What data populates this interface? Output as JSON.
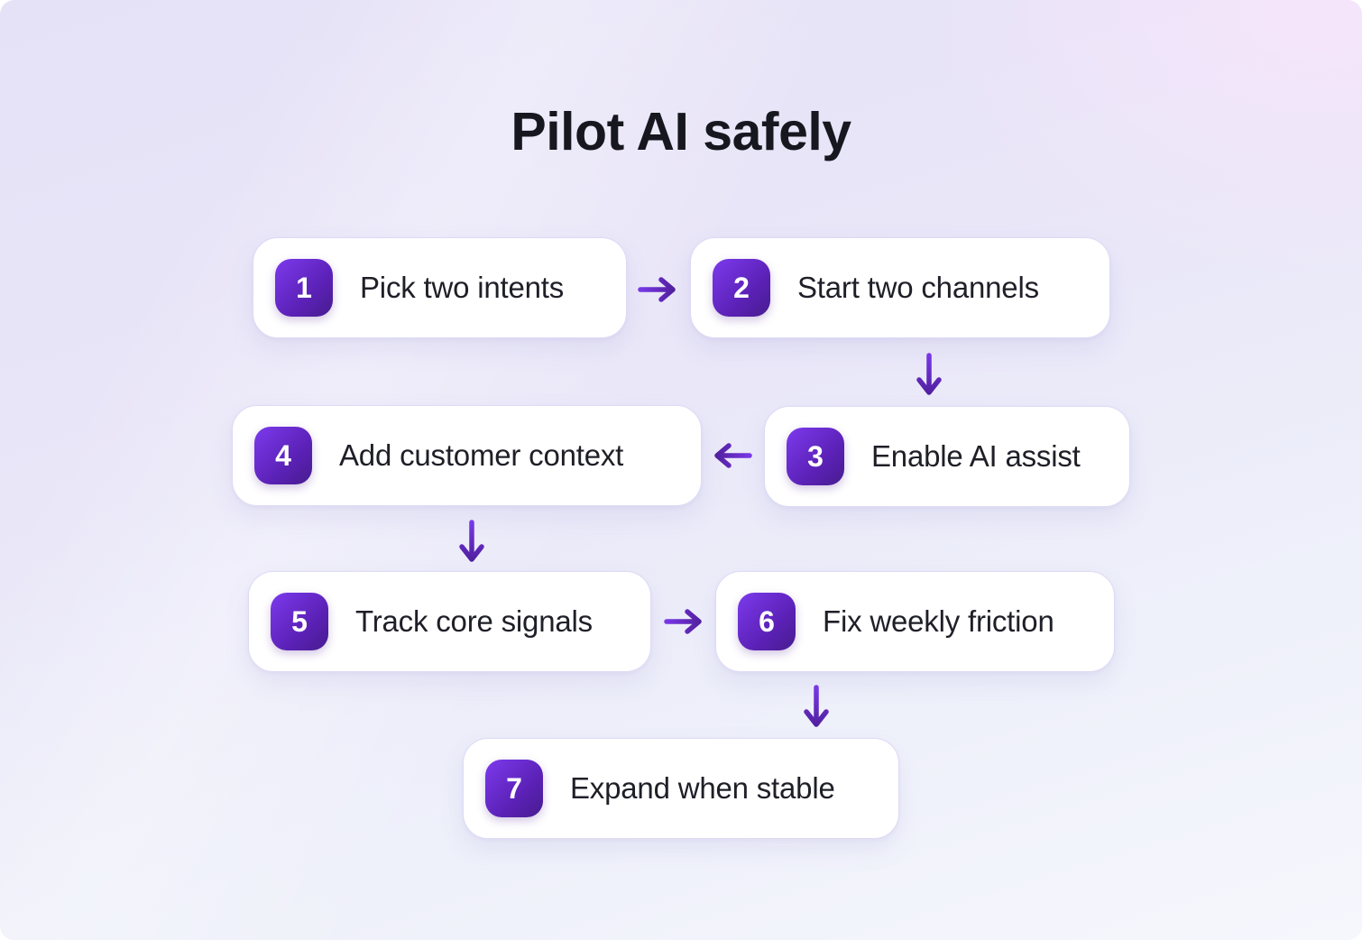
{
  "title": "Pilot AI safely",
  "steps": [
    {
      "number": "1",
      "label": "Pick two intents"
    },
    {
      "number": "2",
      "label": "Start two channels"
    },
    {
      "number": "3",
      "label": "Enable AI assist"
    },
    {
      "number": "4",
      "label": "Add customer context"
    },
    {
      "number": "5",
      "label": "Track core signals"
    },
    {
      "number": "6",
      "label": "Fix weekly friction"
    },
    {
      "number": "7",
      "label": "Expand when stable"
    }
  ],
  "connections": [
    {
      "from": "1",
      "to": "2",
      "direction": "right"
    },
    {
      "from": "2",
      "to": "3",
      "direction": "down"
    },
    {
      "from": "3",
      "to": "4",
      "direction": "left"
    },
    {
      "from": "4",
      "to": "5",
      "direction": "down"
    },
    {
      "from": "5",
      "to": "6",
      "direction": "right"
    },
    {
      "from": "6",
      "to": "7",
      "direction": "down"
    }
  ],
  "colors": {
    "badge_gradient_start": "#7c3aed",
    "badge_gradient_end": "#471c8e",
    "arrow_gradient_start": "#7c3aed",
    "arrow_gradient_end": "#4c1d95",
    "card_background": "#ffffff",
    "card_border": "#dedaf6",
    "title_text": "#17171f",
    "label_text": "#1f1f28",
    "canvas_background_top_left": "#e5e1f7",
    "canvas_background_top_right": "#f6e5fb",
    "canvas_background_bottom": "#f6f7fd"
  }
}
